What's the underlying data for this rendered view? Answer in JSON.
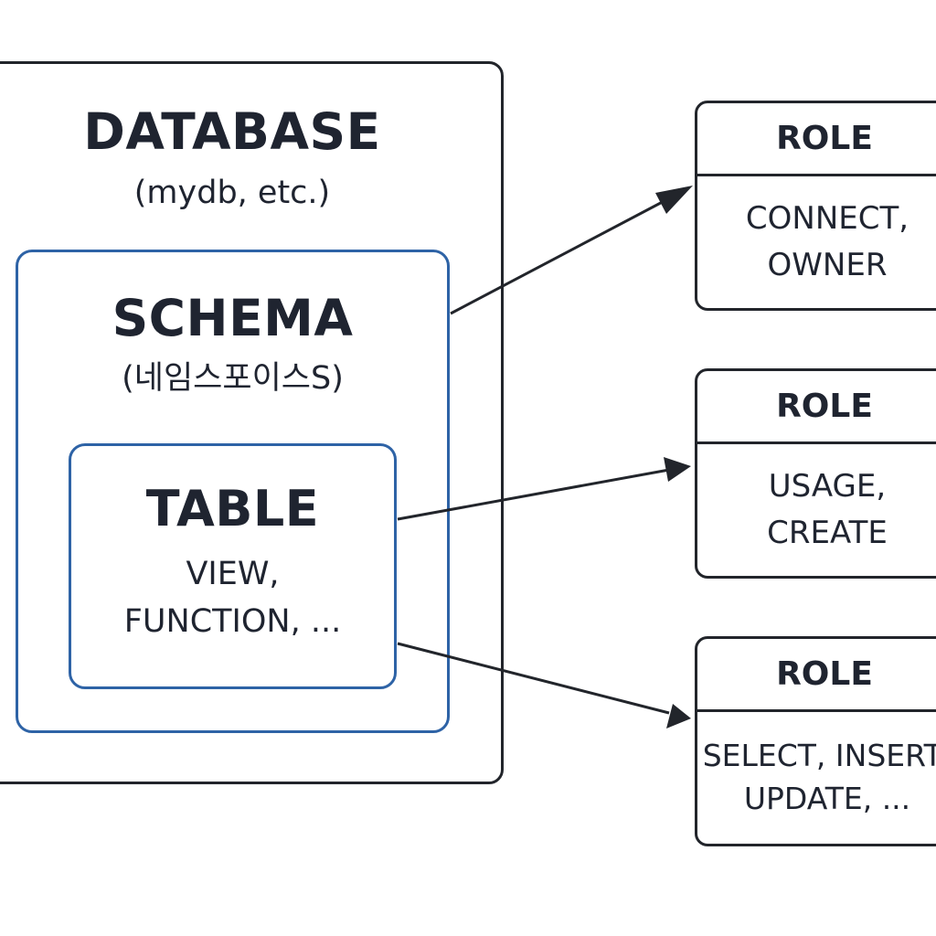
{
  "database": {
    "title": "DATABASE",
    "subtitle": "(mydb, etc.)"
  },
  "schema": {
    "title": "SCHEMA",
    "subtitle": "(네임스포이스S)"
  },
  "table": {
    "title": "TABLE",
    "line1": "VIEW,",
    "line2": "FUNCTION, ..."
  },
  "roles": [
    {
      "header": "ROLE",
      "line1": "CONNECT,",
      "line2": "OWNER"
    },
    {
      "header": "ROLE",
      "line1": "USAGE,",
      "line2": "CREATE"
    },
    {
      "header": "ROLE",
      "line1": "SELECT, INSERT,",
      "line2": "UPDATE, ..."
    }
  ],
  "colors": {
    "outline": "#22252b",
    "container_blue": "#2e63a6",
    "text": "#1f2430"
  }
}
